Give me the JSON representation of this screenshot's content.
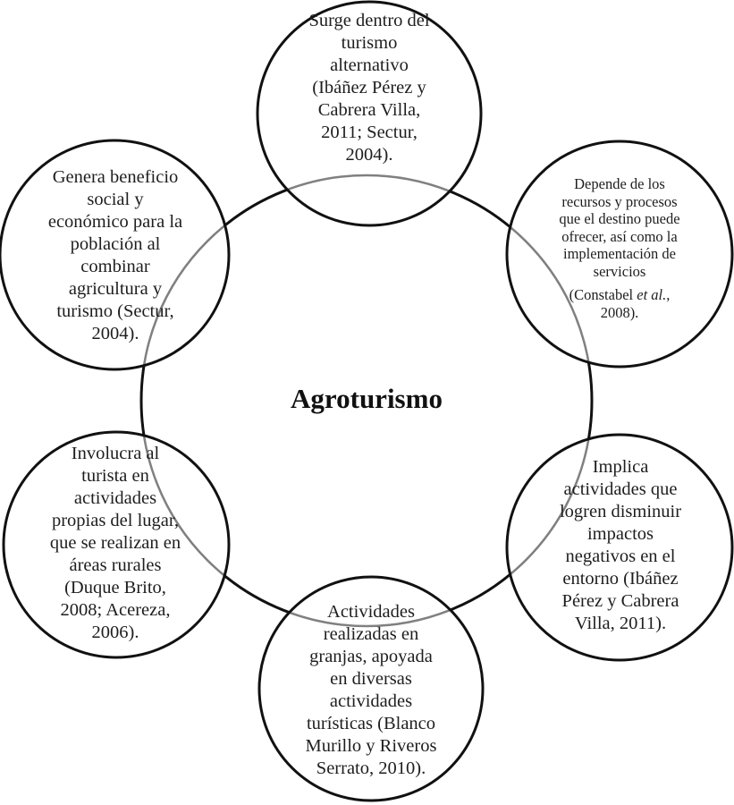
{
  "diagram": {
    "title": "Agroturismo",
    "colors": {
      "outline": "#111111",
      "inner_arc": "#808080",
      "text": "#1e1e1e",
      "background": "#ffffff"
    },
    "nodes": [
      {
        "id": "top",
        "lines": [
          "Surge dentro  del",
          "turismo",
          "alternativo",
          "(Ibáñez Pérez y",
          "Cabrera Villa,",
          "2011; Sectur,",
          "2004)."
        ]
      },
      {
        "id": "top-right",
        "lines": [
          "Depende de los",
          "recursos y procesos",
          "que el  destino puede",
          "ofrecer, así como la",
          "implementación de",
          "servicios"
        ],
        "citation": {
          "pre": "(Constabel ",
          "italic": "et al.",
          "post": ",",
          "line2": "2008)."
        }
      },
      {
        "id": "bottom-right",
        "lines": [
          "Implica",
          "actividades que",
          "logren disminuir",
          "impactos",
          "negativos en el",
          "entorno (Ibáñez",
          "Pérez y Cabrera",
          "Villa, 2011)."
        ]
      },
      {
        "id": "bottom",
        "lines": [
          "Actividades",
          "realizadas en",
          "granjas, apoyada",
          "en diversas",
          "actividades",
          "turísticas (Blanco",
          "Murillo y Riveros",
          "Serrato, 2010)."
        ]
      },
      {
        "id": "bottom-left",
        "lines": [
          "Involucra al",
          "turista en",
          "actividades",
          "propias del lugar,",
          "que se realizan en",
          "áreas rurales",
          "(Duque Brito,",
          "2008; Acereza,",
          "2006)."
        ]
      },
      {
        "id": "top-left",
        "lines": [
          "Genera beneficio",
          "social y",
          "económico para la",
          "población al",
          "combinar",
          "agricultura y",
          "turismo (Sectur,",
          "2004)."
        ]
      }
    ]
  }
}
